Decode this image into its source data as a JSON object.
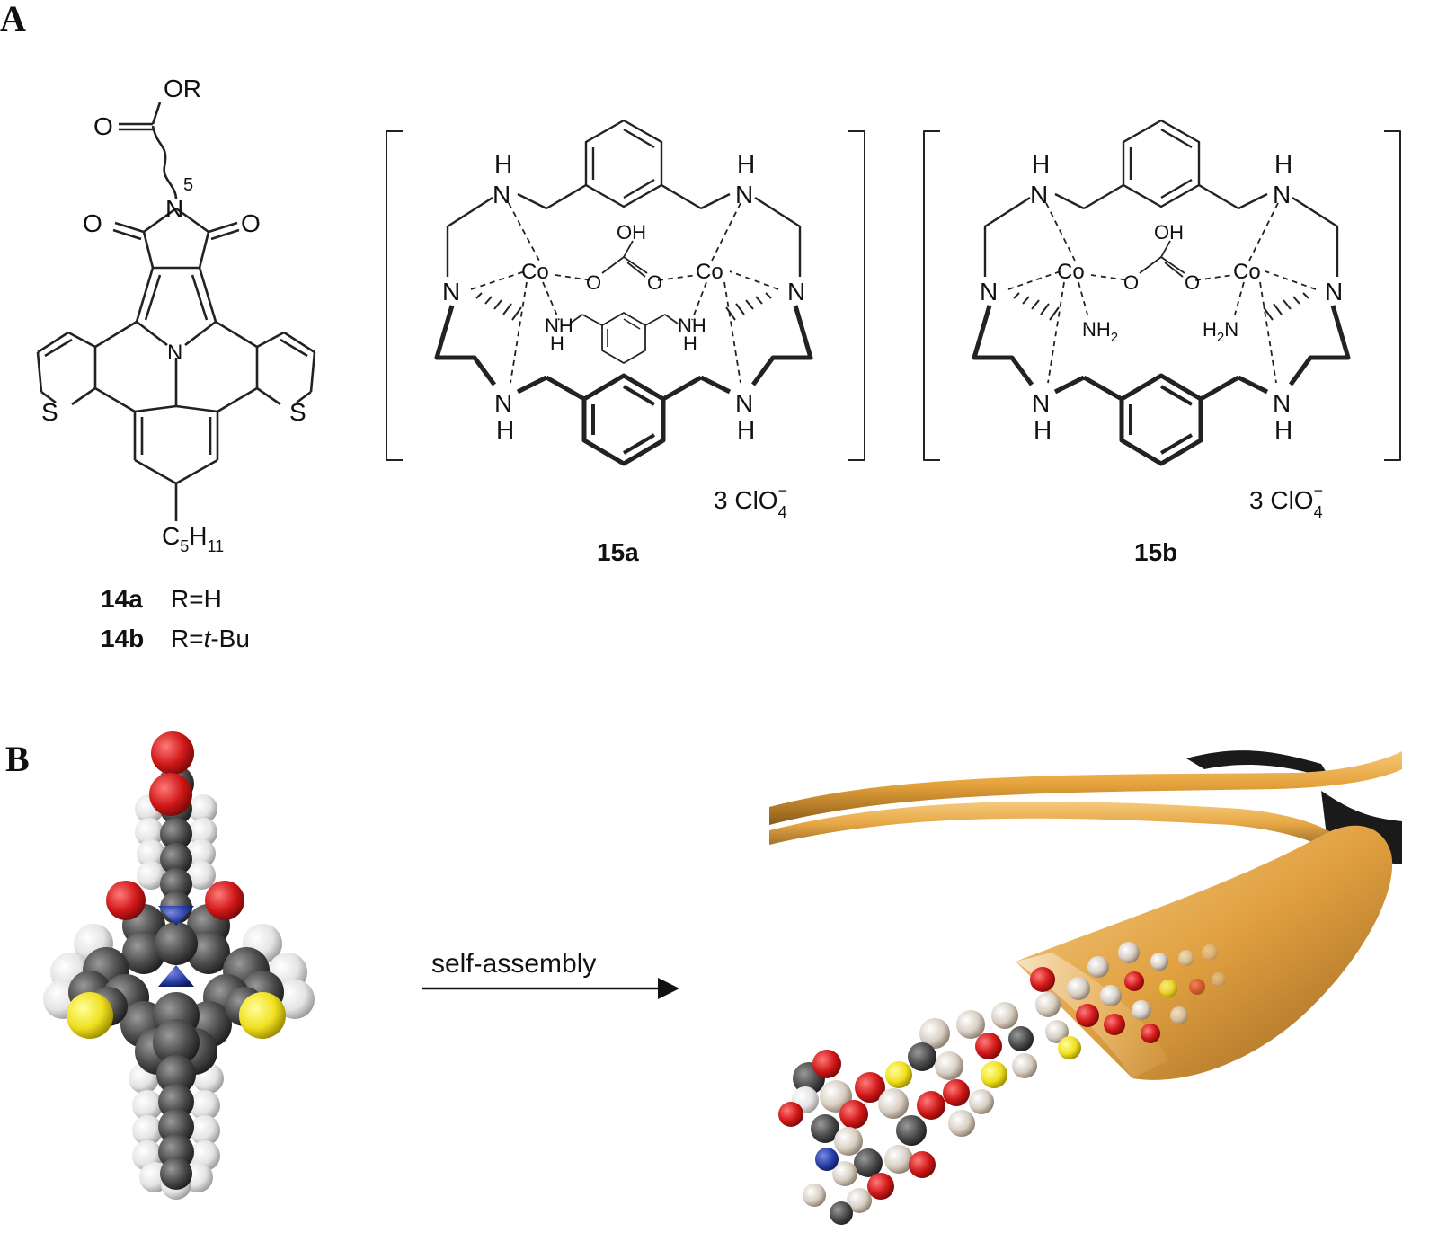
{
  "panels": {
    "a": {
      "label": "A"
    },
    "b": {
      "label": "B"
    }
  },
  "compound14": {
    "or": "OR",
    "o_carbonyl": "O",
    "chain_count": "5",
    "n_imide": "N",
    "o_left": "O",
    "o_right": "O",
    "n_center": "N",
    "s_left": "S",
    "s_right": "S",
    "pentyl_c": "C",
    "pentyl_c_sub": "5",
    "pentyl_h": "H",
    "pentyl_h_sub": "11",
    "caption_a_id": "14a",
    "caption_a_r": "R=H",
    "caption_b_id": "14b",
    "caption_b_r_prefix": "R=",
    "caption_b_r_italic": "t",
    "caption_b_r_suffix": "-Bu"
  },
  "compound15a": {
    "h": "H",
    "n": "N",
    "nh": "NH",
    "co": "Co",
    "o": "O",
    "oh": "OH",
    "counterion": "3 ClO",
    "counterion_sub": "4",
    "counterion_sup": "−",
    "id": "15a"
  },
  "compound15b": {
    "h": "H",
    "n": "N",
    "co": "Co",
    "o": "O",
    "oh": "OH",
    "nh2_right": "NH",
    "nh2_left": "H",
    "nh2_left_n": "N",
    "sub2": "2",
    "counterion": "3 ClO",
    "counterion_sub": "4",
    "counterion_sup": "−",
    "id": "15b"
  },
  "assembly": {
    "arrow_label": "self-assembly"
  },
  "colors": {
    "carbon": "#4a4a4a",
    "oxygen": "#d01818",
    "nitrogen": "#2a40a8",
    "sulfur": "#f0e020",
    "hydrogen": "#e8e8e8",
    "tube": "#e6a33c",
    "tube_dark": "#1a1a1a"
  }
}
